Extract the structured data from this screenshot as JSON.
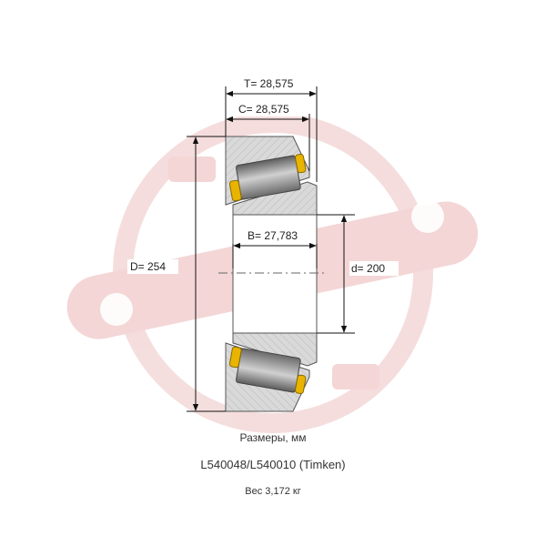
{
  "dimensions": {
    "T": "T=  28,575",
    "C": "C= 28,575",
    "B": "B= 27,783",
    "D": "D= 254",
    "d": "d= 200"
  },
  "caption": {
    "units": "Размеры, мм",
    "designation": "L540048/L540010 (Timken)",
    "weight": "Вес 3,172  кг"
  },
  "colors": {
    "ring": "#d6d6d6",
    "roller": "#8c8c8c",
    "cage": "#e8b400",
    "watermark": "#f3d3d3",
    "line": "#111111"
  }
}
